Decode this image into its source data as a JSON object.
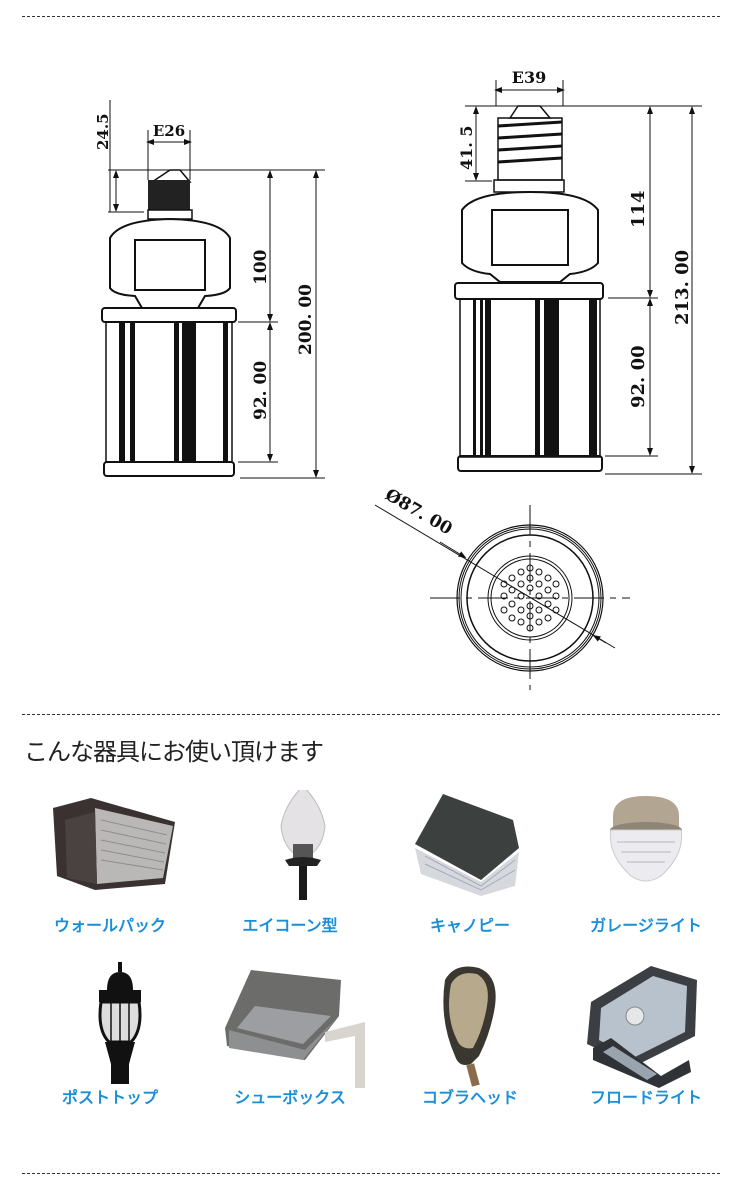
{
  "drawing_left": {
    "socket_label": "E26",
    "dim_socket_height": "24.5",
    "dim_upper": "100",
    "dim_lower": "92. 00",
    "dim_total": "200. 00"
  },
  "drawing_right": {
    "socket_label": "E39",
    "dim_socket_height": "41. 5",
    "dim_upper": "114",
    "dim_lower": "92. 00",
    "dim_total": "213. 00"
  },
  "drawing_top": {
    "dim_diameter": "Ø87. 00"
  },
  "section": {
    "title": "こんな器具にお使い頂けます"
  },
  "fixtures": [
    {
      "label": "ウォールパック",
      "icon": "wallpack-light"
    },
    {
      "label": "エイコーン型",
      "icon": "acorn-light"
    },
    {
      "label": "キャノピー",
      "icon": "canopy-light"
    },
    {
      "label": "ガレージライト",
      "icon": "garage-light"
    },
    {
      "label": "ポストトップ",
      "icon": "post-top-light"
    },
    {
      "label": "シューボックス",
      "icon": "shoebox-light"
    },
    {
      "label": "コブラヘッド",
      "icon": "cobra-head-light"
    },
    {
      "label": "フロードライト",
      "icon": "flood-light"
    }
  ],
  "colors": {
    "label_blue": "#1a8fd8"
  }
}
